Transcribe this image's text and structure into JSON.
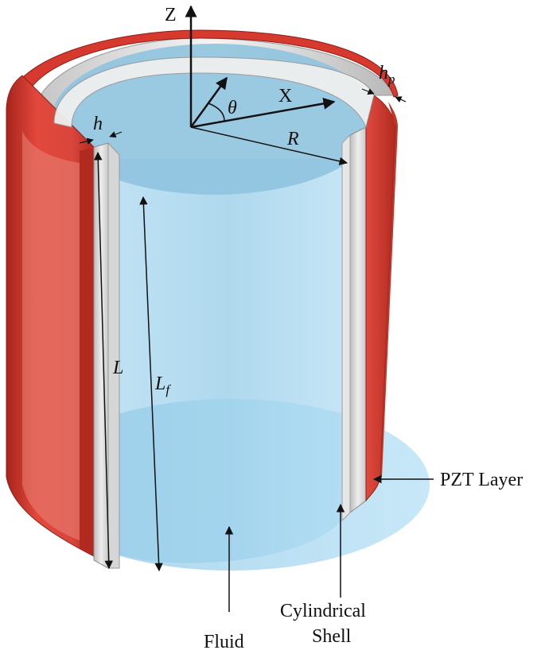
{
  "labels": {
    "z_axis": "Z",
    "x_axis": "X",
    "theta": "θ",
    "radius": "R",
    "shell_thickness": "h",
    "pzt_thickness_base": "h",
    "pzt_thickness_sub": "p",
    "shell_length": "L",
    "fluid_length_base": "L",
    "fluid_length_sub": "f",
    "pzt_layer": "PZT Layer",
    "cylindrical_line1": "Cylindrical",
    "cylindrical_line2": "Shell",
    "fluid": "Fluid"
  },
  "colors": {
    "pzt": "#d63a2f",
    "pzt_dark": "#a9251d",
    "shell": "#dcdcdc",
    "fluid": "#a8d6ee",
    "fluid_top": "#8fc4e0",
    "ink": "#111111"
  }
}
